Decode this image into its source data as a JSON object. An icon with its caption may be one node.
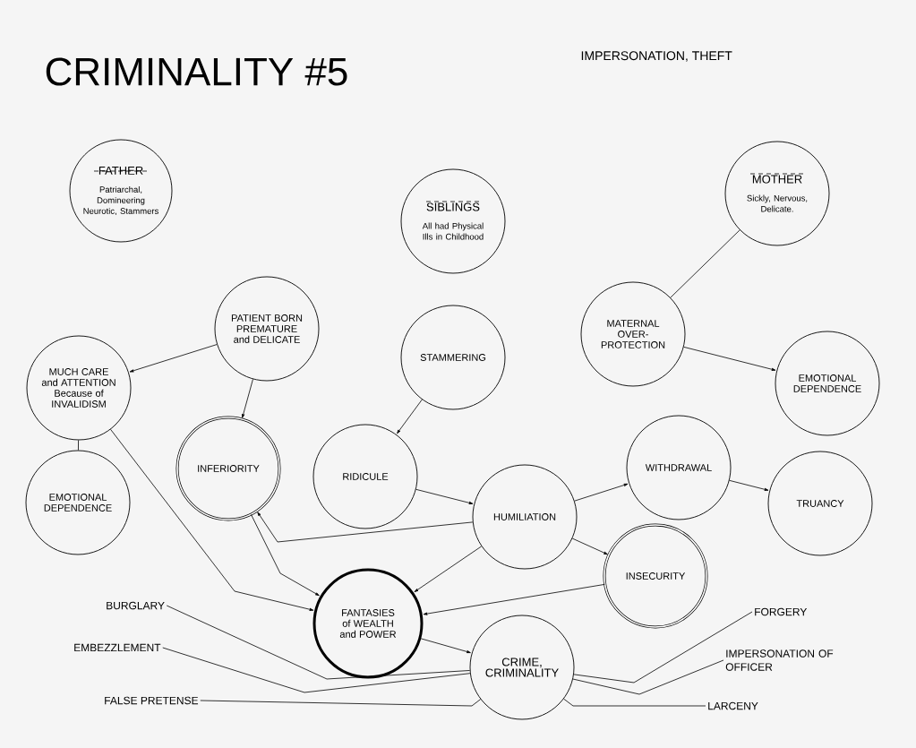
{
  "diagram": {
    "title": "CRIMINALITY #5",
    "nodes": [
      {
        "text": [
          "FATHER",
          "Patriarchal, Domineering Neurotic, Stammers"
        ]
      },
      {
        "text": [
          "SIBLINGS",
          "All had Physical Ills in Childhood"
        ]
      },
      {
        "text": [
          "MOTHER",
          "Sickly, Nervous, Delicate."
        ]
      },
      {
        "text": [
          "PATIENT BORN PREMATURE and DELICATE"
        ]
      },
      {
        "text": [
          "MUCH CARE and ATTENTION Because of INVALIDISM"
        ]
      },
      {
        "text": [
          "STAMMERING"
        ]
      },
      {
        "text": [
          "MATERNAL OVER-PROTECTION"
        ]
      },
      {
        "text": [
          "EMOTIONAL DEPENDENCE"
        ]
      },
      {
        "text": [
          "EMOTIONAL DEPENDENCE"
        ]
      },
      {
        "text": [
          "INFERIORITY"
        ]
      },
      {
        "text": [
          "RIDICULE"
        ]
      },
      {
        "text": [
          "HUMILIATION"
        ]
      },
      {
        "text": [
          "WITHDRAWAL"
        ]
      },
      {
        "text": [
          "TRUANCY"
        ]
      },
      {
        "text": [
          "INSECURITY"
        ]
      },
      {
        "text": [
          "FANTASIES of WEALTH and POWER"
        ]
      },
      {
        "text": [
          "CRIME, CRIMINALITY"
        ]
      },
      {
        "text": [
          "BURGLARY"
        ]
      },
      {
        "text": [
          "EMBEZZLEMENT"
        ]
      },
      {
        "text": [
          "FALSE PRETENSE"
        ]
      },
      {
        "text": [
          "FORGERY"
        ]
      },
      {
        "text": [
          "IMPERSONATION OF OFFICER"
        ]
      },
      {
        "text": [
          "LARCENY"
        ]
      }
    ],
    "edges": [
      {
        "from": 2,
        "to": 6,
        "arrow": "none"
      },
      {
        "from": 6,
        "to": 7,
        "arrow": "to"
      },
      {
        "from": 3,
        "to": 4,
        "arrow": "to"
      },
      {
        "from": 3,
        "to": 9,
        "arrow": "to"
      },
      {
        "from": 4,
        "to": 8,
        "arrow": "none"
      },
      {
        "from": 4,
        "to": 15,
        "arrow": "to"
      },
      {
        "from": 5,
        "to": 10,
        "arrow": "to"
      },
      {
        "from": 10,
        "to": 11,
        "arrow": "to"
      },
      {
        "from": 11,
        "to": 9,
        "arrow": "to"
      },
      {
        "from": 9,
        "to": 15,
        "arrow": "to"
      },
      {
        "from": 11,
        "to": 15,
        "arrow": "to"
      },
      {
        "from": 11,
        "to": 12,
        "arrow": "to"
      },
      {
        "from": 12,
        "to": 13,
        "arrow": "to"
      },
      {
        "from": 11,
        "to": 14,
        "arrow": "to"
      },
      {
        "from": 14,
        "to": 15,
        "arrow": "to"
      },
      {
        "from": 15,
        "to": 16,
        "arrow": "to"
      },
      {
        "from": 17,
        "to": 16,
        "arrow": "none"
      },
      {
        "from": 18,
        "to": 16,
        "arrow": "none"
      },
      {
        "from": 19,
        "to": 16,
        "arrow": "none"
      },
      {
        "from": 16,
        "to": 20,
        "arrow": "none"
      },
      {
        "from": 16,
        "to": 21,
        "arrow": "none"
      },
      {
        "from": 16,
        "to": 22,
        "arrow": "none"
      }
    ],
    "labels": [
      "IMPERSONATION, THEFT"
    ]
  }
}
